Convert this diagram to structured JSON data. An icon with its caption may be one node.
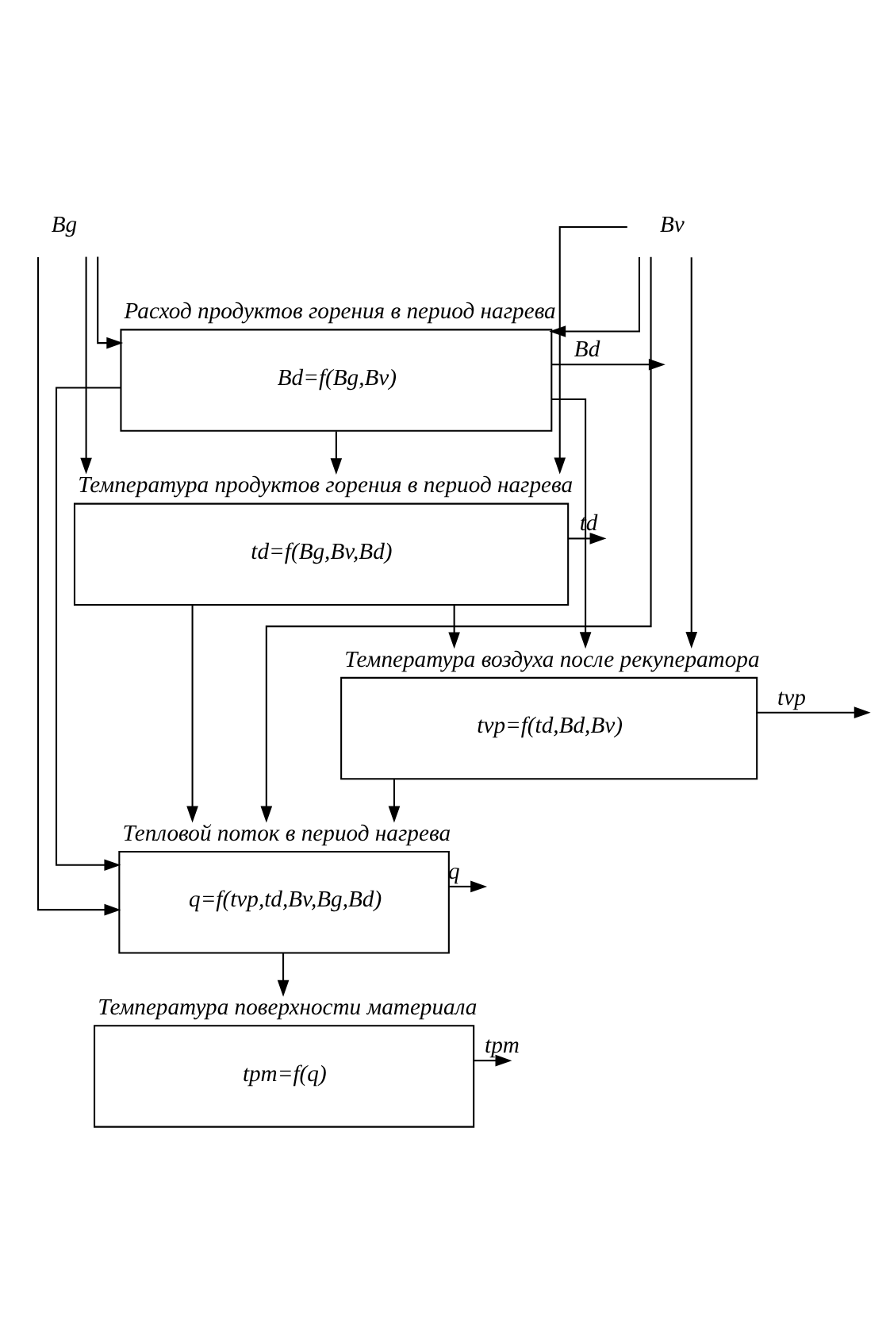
{
  "diagram": {
    "nodes": [
      {
        "text": [
          "Расход продуктов горения в период нагрева",
          "Bd=f(Bg,Bv)"
        ]
      },
      {
        "text": [
          "Температура продуктов горения в период нагрева",
          "td=f(Bg,Bv,Bd)"
        ]
      },
      {
        "text": [
          "Температура воздуха после рекуператора",
          "tvp=f(td,Bd,Bv)"
        ]
      },
      {
        "text": [
          "Тепловой поток в период нагрева",
          "q=f(tvp,td,Bv,Bg,Bd)"
        ]
      },
      {
        "text": [
          "Температура поверхности материала",
          "tpm=f(q)"
        ]
      },
      {
        "text": [
          "Bg"
        ]
      },
      {
        "text": [
          "Bv"
        ]
      }
    ],
    "edges": [
      {
        "from": 5,
        "to": 0,
        "arrow": "to"
      },
      {
        "from": 6,
        "to": 0,
        "arrow": "to"
      },
      {
        "from": 0,
        "to": null,
        "arrow": "to",
        "label": "Bd"
      },
      {
        "from": 0,
        "to": 1,
        "arrow": "to"
      },
      {
        "from": 6,
        "to": 1,
        "arrow": "to"
      },
      {
        "from": 5,
        "to": 1,
        "arrow": "to"
      },
      {
        "from": 1,
        "to": null,
        "arrow": "to",
        "label": "td"
      },
      {
        "from": 1,
        "to": 2,
        "arrow": "to"
      },
      {
        "from": 0,
        "to": 2,
        "arrow": "to"
      },
      {
        "from": 6,
        "to": 2,
        "arrow": "to"
      },
      {
        "from": 2,
        "to": null,
        "arrow": "to",
        "label": "tvp"
      },
      {
        "from": 2,
        "to": 3,
        "arrow": "to"
      },
      {
        "from": 1,
        "to": 3,
        "arrow": "to"
      },
      {
        "from": 6,
        "to": 3,
        "arrow": "to"
      },
      {
        "from": 5,
        "to": 3,
        "arrow": "to"
      },
      {
        "from": 0,
        "to": 3,
        "arrow": "to"
      },
      {
        "from": 3,
        "to": null,
        "arrow": "to",
        "label": "q"
      },
      {
        "from": 3,
        "to": 4,
        "arrow": "to"
      },
      {
        "from": 4,
        "to": null,
        "arrow": "to",
        "label": "tpm"
      }
    ]
  }
}
